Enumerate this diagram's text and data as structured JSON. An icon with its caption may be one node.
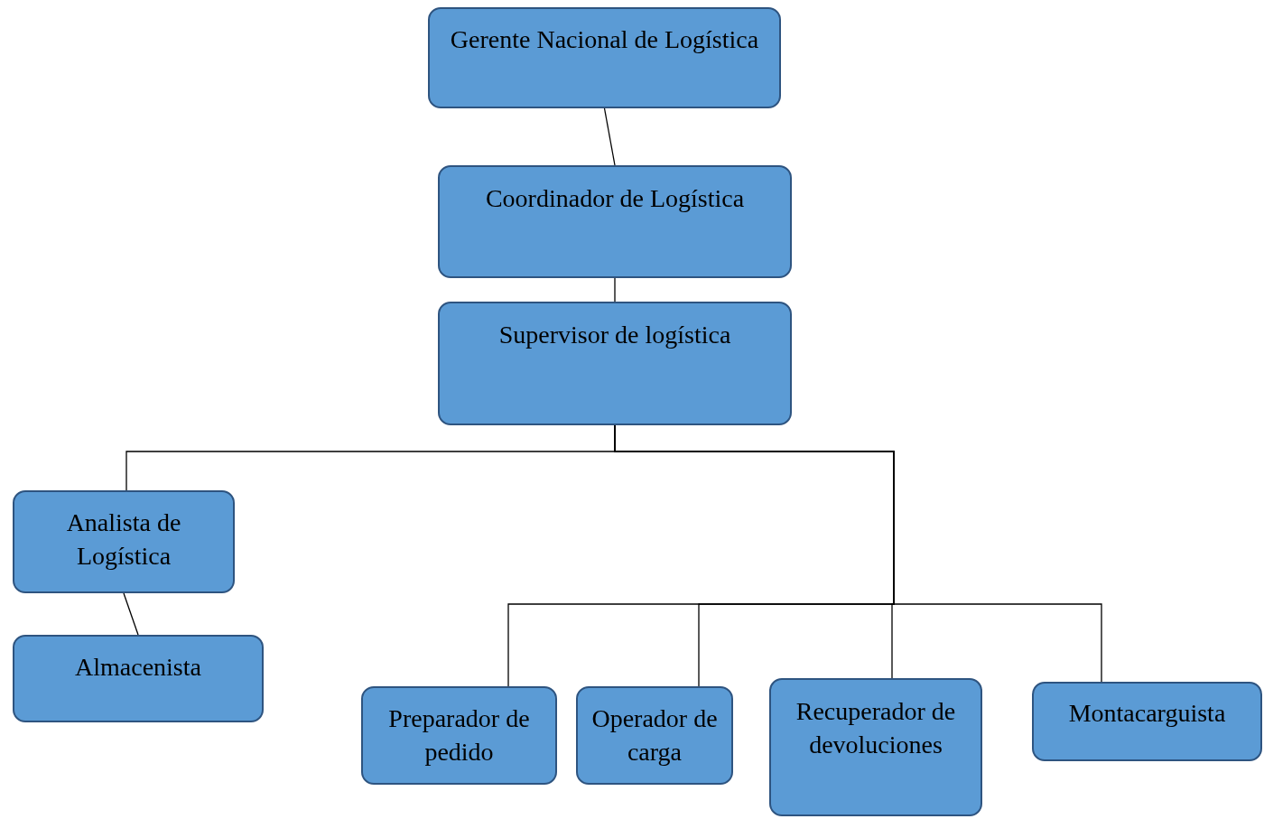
{
  "diagram": {
    "nodes": [
      {
        "text": [
          "Gerente Nacional de Logística"
        ]
      },
      {
        "text": [
          "Coordinador de Logística"
        ]
      },
      {
        "text": [
          "Supervisor de logística"
        ]
      },
      {
        "text": [
          "Analista de Logística"
        ]
      },
      {
        "text": [
          "Almacenista"
        ]
      },
      {
        "text": [
          "Preparador de pedido"
        ]
      },
      {
        "text": [
          "Operador de carga"
        ]
      },
      {
        "text": [
          "Recuperador de devoluciones"
        ]
      },
      {
        "text": [
          "Montacarguista"
        ]
      }
    ],
    "edges": [
      {
        "from": 0,
        "to": 1,
        "arrow": "none"
      },
      {
        "from": 1,
        "to": 2,
        "arrow": "none"
      },
      {
        "from": 2,
        "to": 3,
        "arrow": "none"
      },
      {
        "from": 2,
        "to": 5,
        "arrow": "none"
      },
      {
        "from": 2,
        "to": 6,
        "arrow": "none"
      },
      {
        "from": 2,
        "to": 7,
        "arrow": "none"
      },
      {
        "from": 2,
        "to": 8,
        "arrow": "none"
      },
      {
        "from": 3,
        "to": 4,
        "arrow": "none"
      }
    ]
  }
}
